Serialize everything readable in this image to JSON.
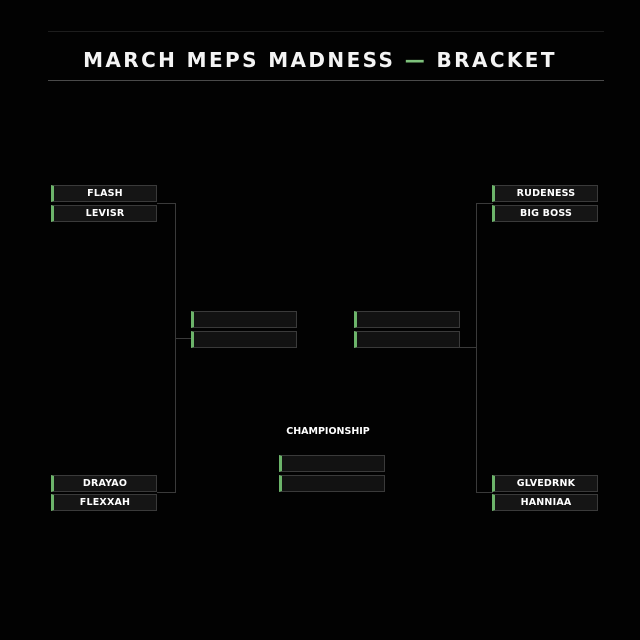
{
  "header": {
    "title_main": "MARCH MEPS MADNESS",
    "title_dash": "—",
    "title_sub": "BRACKET"
  },
  "bracket": {
    "left_top": [
      "FLASH",
      "LEVISR"
    ],
    "left_bottom": [
      "DRAYAO",
      "FLEXXAH"
    ],
    "right_top": [
      "RUDENESS",
      "BIG BOSS"
    ],
    "right_bottom": [
      "GLVEDRNK",
      "HANNIAA"
    ],
    "left_semifinal": [
      "",
      ""
    ],
    "right_semifinal": [
      "",
      ""
    ],
    "championship_label": "CHAMPIONSHIP",
    "championship": [
      "",
      ""
    ]
  },
  "colors": {
    "background": "#020202",
    "accent": "#6cb46a",
    "slot_fill": "#151515",
    "slot_border": "#3a3a3a"
  }
}
